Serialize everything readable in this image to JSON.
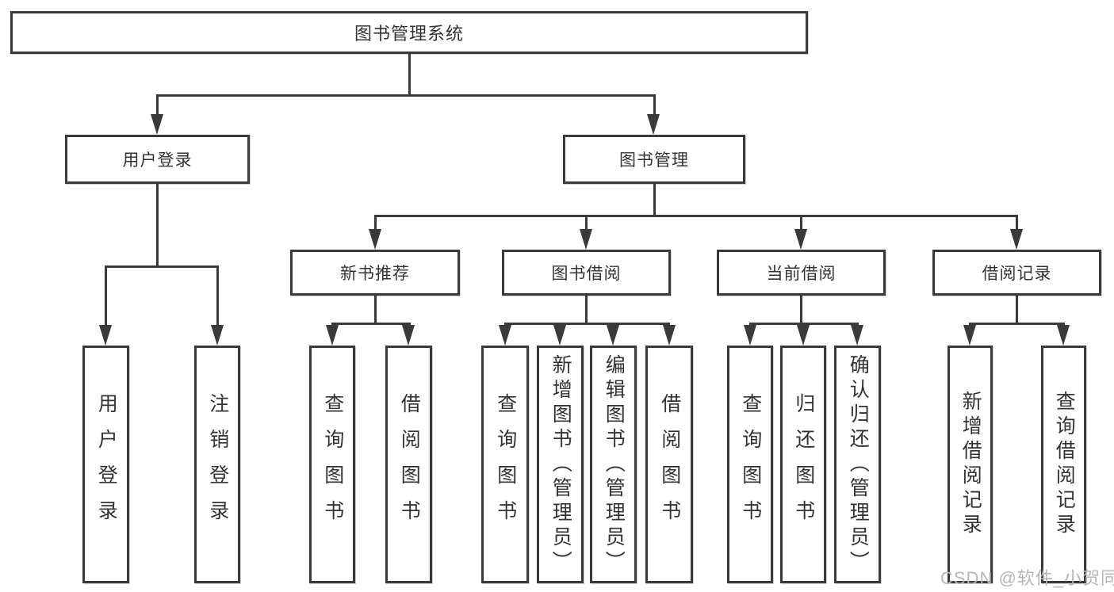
{
  "diagram": {
    "root": "图书管理系统",
    "level2": {
      "user_login": "用户登录",
      "book_mgmt": "图书管理"
    },
    "level3": {
      "new_book_rec": "新书推荐",
      "book_borrow": "图书借阅",
      "current_borrow": "当前借阅",
      "borrow_records": "借阅记录"
    },
    "leaves": {
      "user_login_leaf": "用户登录",
      "logout": "注销登录",
      "nb_query_books": "查询图书",
      "nb_borrow_books": "借阅图书",
      "bb_query_books": "查询图书",
      "bb_add_books": "新增图书（管理员）",
      "bb_edit_books": "编辑图书（管理员）",
      "bb_borrow_books": "借阅图书",
      "cb_query_books": "查询图书",
      "cb_return_books": "归还图书",
      "cb_confirm_return": "确认归还（管理员）",
      "br_add_record": "新增借阅记录",
      "br_query_record": "查询借阅记录"
    }
  },
  "watermark": "CSDN @软件_小贺同学",
  "colors": {
    "line": "#3a3a3a",
    "text": "#333333",
    "watermark": "#b7b7b7",
    "background": "#ffffff"
  }
}
